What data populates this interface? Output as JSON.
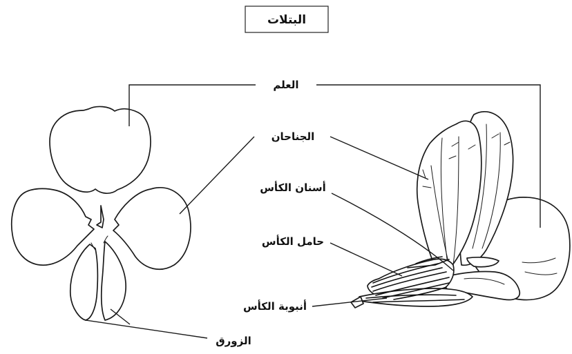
{
  "title": "البتلات",
  "labels": {
    "standard": "العلم",
    "wings": "الجناحان",
    "calyx_teeth": "أسنان الكأس",
    "calyx_holder": "حامل الكأس",
    "calyx_tube": "أنبوبة الكأس",
    "keel": "الزورق"
  }
}
